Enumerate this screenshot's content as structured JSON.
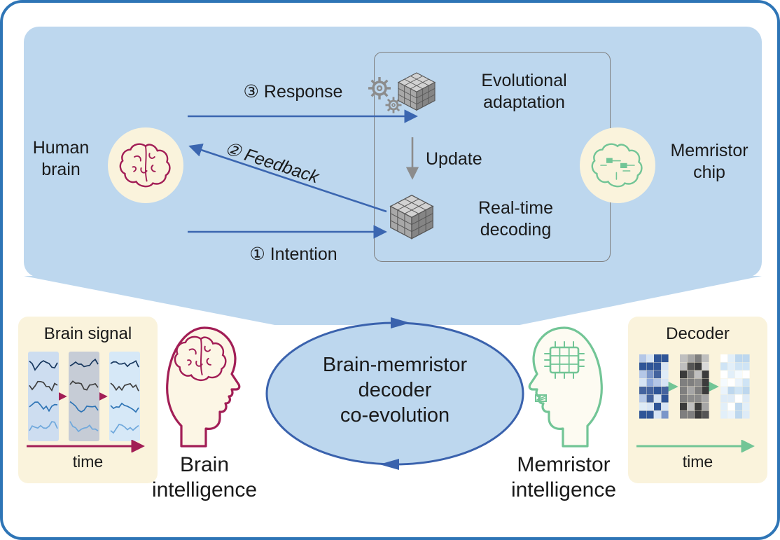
{
  "colors": {
    "page_border": "#2E75B6",
    "panel_blue": "#BDD7EE",
    "arrow_blue": "#3B66B0",
    "ellipse_stroke": "#3A62AD",
    "cream": "#FAF3DC",
    "crimson": "#A21E56",
    "green": "#72C596",
    "gray_icon": "#8C8C8C",
    "box_border_gray": "#7F7F7F",
    "text": "#1A1A1A"
  },
  "top_panel": {
    "human_brain_label": "Human brain",
    "memristor_chip_label": "Memristor chip",
    "response_label": "③ Response",
    "feedback_label": "② Feedback",
    "intention_label": "① Intention",
    "evolutional_label": "Evolutional adaptation",
    "update_label": "Update",
    "realtime_label": "Real-time decoding"
  },
  "bottom_panel": {
    "brain_signal_title": "Brain signal",
    "brain_time_label": "time",
    "brain_intelligence_label": "Brain intelligence",
    "ellipse_text": "Brain-memristor\ndecoder\nco-evolution",
    "memristor_intelligence_label": "Memristor intelligence",
    "decoder_title": "Decoder",
    "decoder_time_label": "time"
  },
  "icons": {
    "human_brain": "brain-icon",
    "memristor_chip": "memristor-chip-icon",
    "gears": "gears-icon",
    "evolution_cube": "evolution-cube-icon",
    "decoding_cube": "decoding-cube-icon",
    "brain_head": "brain-head-icon",
    "memristor_head": "memristor-head-icon",
    "eeg": "eeg-waveform",
    "heatmap": "decoder-heatmap"
  },
  "graphics": {
    "eeg_line_colors": [
      "#17375E",
      "#404040",
      "#2E74B5",
      "#6FA8DC"
    ],
    "eeg_band_colors": [
      "#CDDDF0",
      "#C6CCD6",
      "#D6E8F7"
    ],
    "heatmap_palettes": [
      [
        "#2F5597",
        "#8FAADC",
        "#D6E4F5",
        "#B4C7E7",
        "#44639E",
        "#DEEBF7",
        "#7B96C9"
      ],
      [
        "#3B3B3B",
        "#7F7F7F",
        "#BFBFBF",
        "#D9D9D9",
        "#555555",
        "#A6A6A6",
        "#8C8C8C"
      ],
      [
        "#DEEBF7",
        "#EAF3FB",
        "#BDD7EE",
        "#F4FAFE",
        "#CFE4F5",
        "#FFFFFF",
        "#E2EFF9"
      ]
    ]
  }
}
